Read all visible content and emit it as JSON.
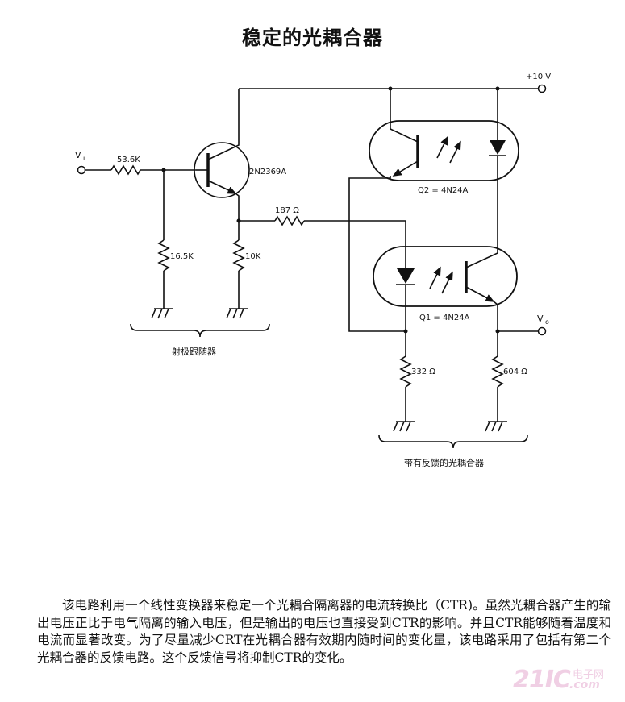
{
  "title": "稳定的光耦合器",
  "labels": {
    "vi": "V",
    "vi_sub": "i",
    "vo": "V",
    "vo_sub": "o",
    "supply": "+10 V",
    "r_in": "53.6K",
    "r_bias": "16.5K",
    "r_emitter": "10K",
    "r_series": "187 Ω",
    "r_332": "332 Ω",
    "r_604": "604 Ω",
    "transistor": "2N2369A",
    "q2": "Q2 = 4N24A",
    "q1": "Q1 = 4N24A",
    "group_left": "射极跟随器",
    "group_right": "带有反馈的光耦合器"
  },
  "description": "该电路利用一个线性变换器来稳定一个光耦合隔离器的电流转换比（CTR)。虽然光耦合器产生的输出电压正比于电气隔离的输入电压，但是输出的电压也直接受到CTR的影响。并且CTR能够随着温度和电流而显著改变。为了尽量减少CRT在光耦合器有效期内随时间的变化量，该电路采用了包括有第二个光耦合器的反馈电路。这个反馈信号将抑制CTR的变化。",
  "watermark": {
    "big": "21IC",
    "top": "电子网",
    "bottom": ".com"
  }
}
